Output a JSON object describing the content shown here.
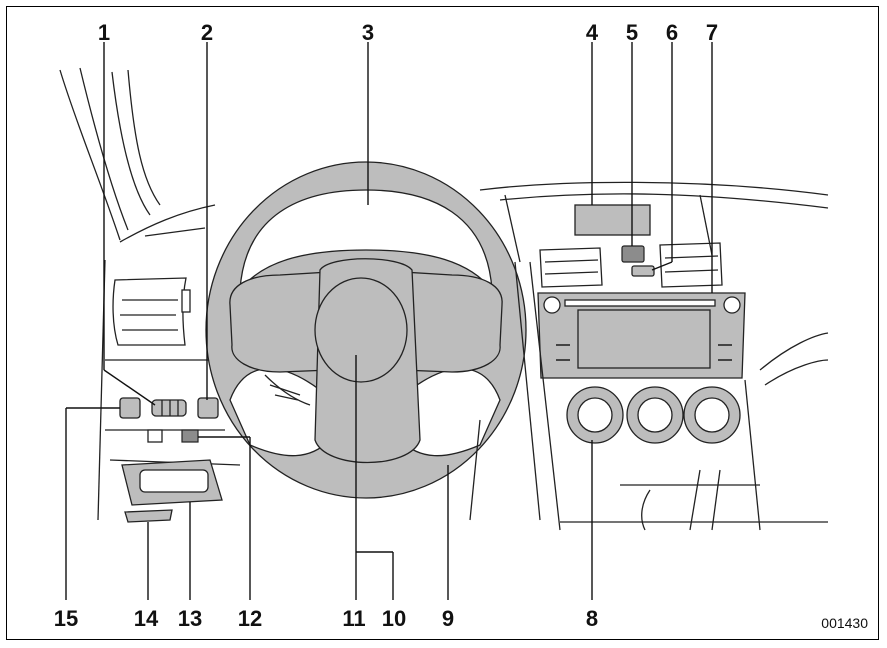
{
  "figure_id": "001430",
  "callouts": [
    "1",
    "2",
    "3",
    "4",
    "5",
    "6",
    "7",
    "8",
    "9",
    "10",
    "11",
    "12",
    "13",
    "14",
    "15"
  ]
}
